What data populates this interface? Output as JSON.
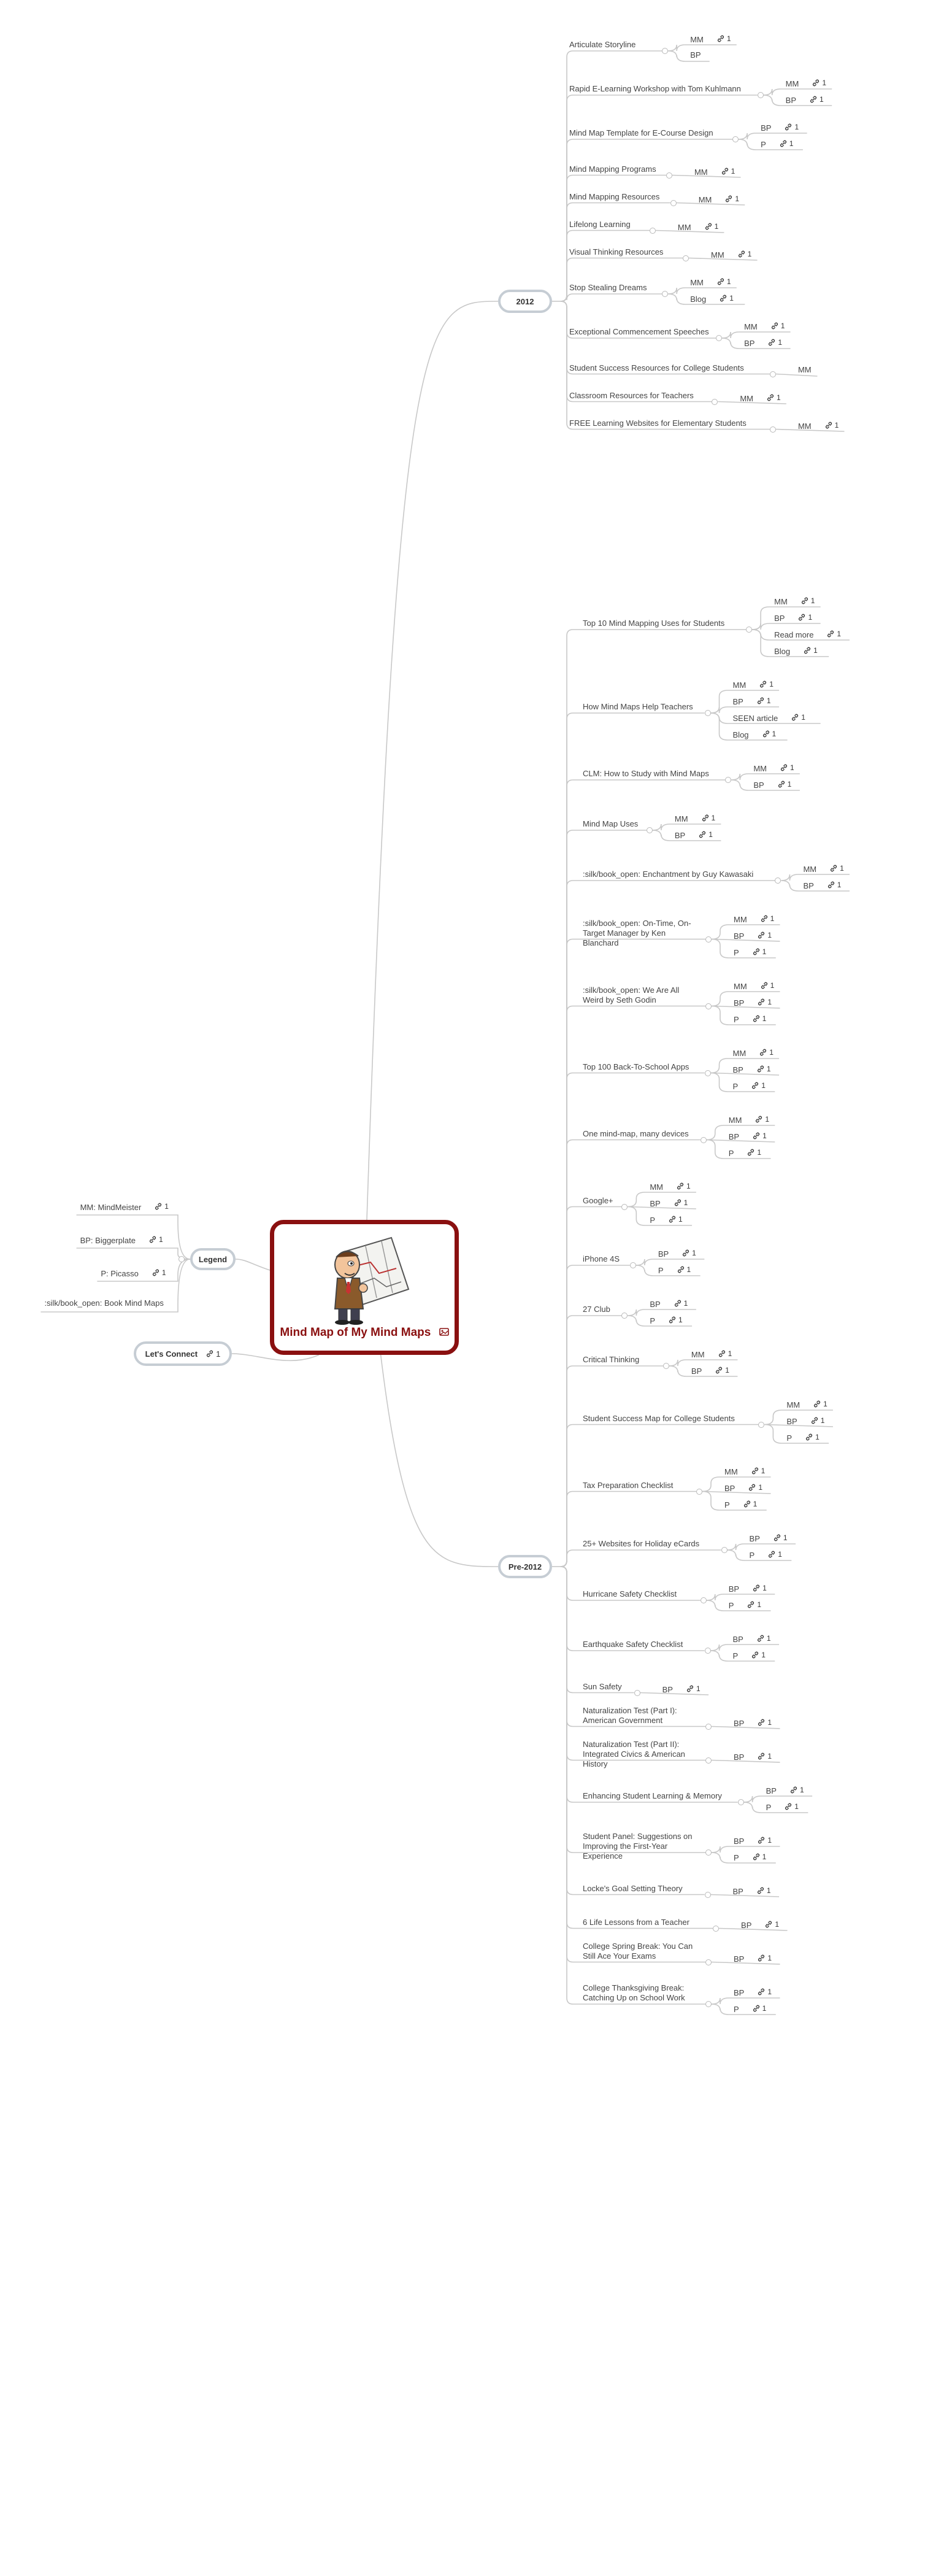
{
  "root": {
    "title": "Mind Map of My Mind Maps",
    "image_icon": "image-icon",
    "illustration": "man-reading-map-cartoon"
  },
  "colors": {
    "root_border": "#8a1010",
    "pill_border": "#c6cdd4",
    "line": "#c8c8c8"
  },
  "legend": {
    "label": "Legend",
    "items": [
      {
        "text": "MM: MindMeister",
        "link": "1"
      },
      {
        "text": "BP: Biggerplate",
        "link": "1"
      },
      {
        "text": "P: Picasso",
        "link": "1"
      },
      {
        "text": ":silk/book_open: Book Mind Maps",
        "link": ""
      }
    ]
  },
  "connect": {
    "label": "Let's Connect",
    "link": "1"
  },
  "y2012": {
    "label": "2012",
    "topics": [
      {
        "text": "Articulate Storyline",
        "children": [
          {
            "text": "MM",
            "link": "1"
          },
          {
            "text": "BP",
            "link": ""
          }
        ]
      },
      {
        "text": "Rapid E-Learning Workshop with Tom Kuhlmann",
        "children": [
          {
            "text": "MM",
            "link": "1"
          },
          {
            "text": "BP",
            "link": "1"
          }
        ]
      },
      {
        "text": "Mind Map Template for E-Course Design",
        "children": [
          {
            "text": "BP",
            "link": "1"
          },
          {
            "text": "P",
            "link": "1"
          }
        ]
      },
      {
        "text": "Mind Mapping Programs",
        "children": [
          {
            "text": "MM",
            "link": "1"
          }
        ]
      },
      {
        "text": "Mind Mapping Resources",
        "children": [
          {
            "text": "MM",
            "link": "1"
          }
        ]
      },
      {
        "text": "Lifelong Learning",
        "children": [
          {
            "text": "MM",
            "link": "1"
          }
        ]
      },
      {
        "text": "Visual Thinking Resources",
        "children": [
          {
            "text": "MM",
            "link": "1"
          }
        ]
      },
      {
        "text": "Stop Stealing Dreams",
        "children": [
          {
            "text": "MM",
            "link": "1"
          },
          {
            "text": "Blog",
            "link": "1"
          }
        ]
      },
      {
        "text": "Exceptional Commencement Speeches",
        "children": [
          {
            "text": "MM",
            "link": "1"
          },
          {
            "text": "BP",
            "link": "1"
          }
        ]
      },
      {
        "text": "Student Success Resources for College Students",
        "children": [
          {
            "text": "MM",
            "link": ""
          }
        ]
      },
      {
        "text": "Classroom Resources for Teachers",
        "children": [
          {
            "text": "MM",
            "link": "1"
          }
        ]
      },
      {
        "text": "FREE Learning Websites for Elementary Students",
        "children": [
          {
            "text": "MM",
            "link": "1"
          }
        ]
      }
    ]
  },
  "pre2012": {
    "label": "Pre-2012",
    "topics": [
      {
        "text": "Top 10 Mind Mapping Uses for Students",
        "children": [
          {
            "text": "MM",
            "link": "1"
          },
          {
            "text": "BP",
            "link": "1"
          },
          {
            "text": "Read more",
            "link": "1"
          },
          {
            "text": "Blog",
            "link": "1"
          }
        ]
      },
      {
        "text": "How Mind Maps Help Teachers",
        "children": [
          {
            "text": "MM",
            "link": "1"
          },
          {
            "text": "BP",
            "link": "1"
          },
          {
            "text": "SEEN article",
            "link": "1"
          },
          {
            "text": "Blog",
            "link": "1"
          }
        ]
      },
      {
        "text": "CLM: How to Study with Mind Maps",
        "children": [
          {
            "text": "MM",
            "link": "1"
          },
          {
            "text": "BP",
            "link": "1"
          }
        ]
      },
      {
        "text": "Mind Map Uses",
        "children": [
          {
            "text": "MM",
            "link": "1"
          },
          {
            "text": "BP",
            "link": "1"
          }
        ]
      },
      {
        "text": ":silk/book_open: Enchantment by Guy Kawasaki",
        "children": [
          {
            "text": "MM",
            "link": "1"
          },
          {
            "text": "BP",
            "link": "1"
          }
        ]
      },
      {
        "text": ":silk/book_open: On-Time, On-Target Manager by Ken Blanchard",
        "children": [
          {
            "text": "MM",
            "link": "1"
          },
          {
            "text": "BP",
            "link": "1"
          },
          {
            "text": "P",
            "link": "1"
          }
        ]
      },
      {
        "text": ":silk/book_open: We Are All Weird by Seth Godin",
        "children": [
          {
            "text": "MM",
            "link": "1"
          },
          {
            "text": "BP",
            "link": "1"
          },
          {
            "text": "P",
            "link": "1"
          }
        ]
      },
      {
        "text": "Top 100 Back-To-School Apps",
        "children": [
          {
            "text": "MM",
            "link": "1"
          },
          {
            "text": "BP",
            "link": "1"
          },
          {
            "text": "P",
            "link": "1"
          }
        ]
      },
      {
        "text": "One mind-map, many devices",
        "children": [
          {
            "text": "MM",
            "link": "1"
          },
          {
            "text": "BP",
            "link": "1"
          },
          {
            "text": "P",
            "link": "1"
          }
        ]
      },
      {
        "text": "Google+",
        "children": [
          {
            "text": "MM",
            "link": "1"
          },
          {
            "text": "BP",
            "link": "1"
          },
          {
            "text": "P",
            "link": "1"
          }
        ]
      },
      {
        "text": "iPhone 4S",
        "children": [
          {
            "text": "BP",
            "link": "1"
          },
          {
            "text": "P",
            "link": "1"
          }
        ]
      },
      {
        "text": "27 Club",
        "children": [
          {
            "text": "BP",
            "link": "1"
          },
          {
            "text": "P",
            "link": "1"
          }
        ]
      },
      {
        "text": "Critical Thinking",
        "children": [
          {
            "text": "MM",
            "link": "1"
          },
          {
            "text": "BP",
            "link": "1"
          }
        ]
      },
      {
        "text": "Student Success Map for College Students",
        "children": [
          {
            "text": "MM",
            "link": "1"
          },
          {
            "text": "BP",
            "link": "1"
          },
          {
            "text": "P",
            "link": "1"
          }
        ]
      },
      {
        "text": "Tax Preparation Checklist",
        "children": [
          {
            "text": "MM",
            "link": "1"
          },
          {
            "text": "BP",
            "link": "1"
          },
          {
            "text": "P",
            "link": "1"
          }
        ]
      },
      {
        "text": "25+ Websites for Holiday eCards",
        "children": [
          {
            "text": "BP",
            "link": "1"
          },
          {
            "text": "P",
            "link": "1"
          }
        ]
      },
      {
        "text": "Hurricane Safety Checklist",
        "children": [
          {
            "text": "BP",
            "link": "1"
          },
          {
            "text": "P",
            "link": "1"
          }
        ]
      },
      {
        "text": "Earthquake Safety Checklist",
        "children": [
          {
            "text": "BP",
            "link": "1"
          },
          {
            "text": "P",
            "link": "1"
          }
        ]
      },
      {
        "text": "Sun Safety",
        "children": [
          {
            "text": "BP",
            "link": "1"
          }
        ]
      },
      {
        "text": "Naturalization Test (Part I): American Government",
        "children": [
          {
            "text": "BP",
            "link": "1"
          }
        ]
      },
      {
        "text": "Naturalization Test (Part II): Integrated Civics & American History",
        "children": [
          {
            "text": "BP",
            "link": "1"
          }
        ]
      },
      {
        "text": "Enhancing Student Learning & Memory",
        "children": [
          {
            "text": "BP",
            "link": "1"
          },
          {
            "text": "P",
            "link": "1"
          }
        ]
      },
      {
        "text": "Student Panel: Suggestions on Improving the First-Year Experience",
        "children": [
          {
            "text": "BP",
            "link": "1"
          },
          {
            "text": "P",
            "link": "1"
          }
        ]
      },
      {
        "text": "Locke's Goal Setting Theory",
        "children": [
          {
            "text": "BP",
            "link": "1"
          }
        ]
      },
      {
        "text": "6 Life Lessons from a Teacher",
        "children": [
          {
            "text": "BP",
            "link": "1"
          }
        ]
      },
      {
        "text": "College Spring Break: You Can Still Ace Your Exams",
        "children": [
          {
            "text": "BP",
            "link": "1"
          }
        ]
      },
      {
        "text": "College Thanksgiving Break: Catching Up on School Work",
        "children": [
          {
            "text": "BP",
            "link": "1"
          },
          {
            "text": "P",
            "link": "1"
          }
        ]
      }
    ]
  }
}
